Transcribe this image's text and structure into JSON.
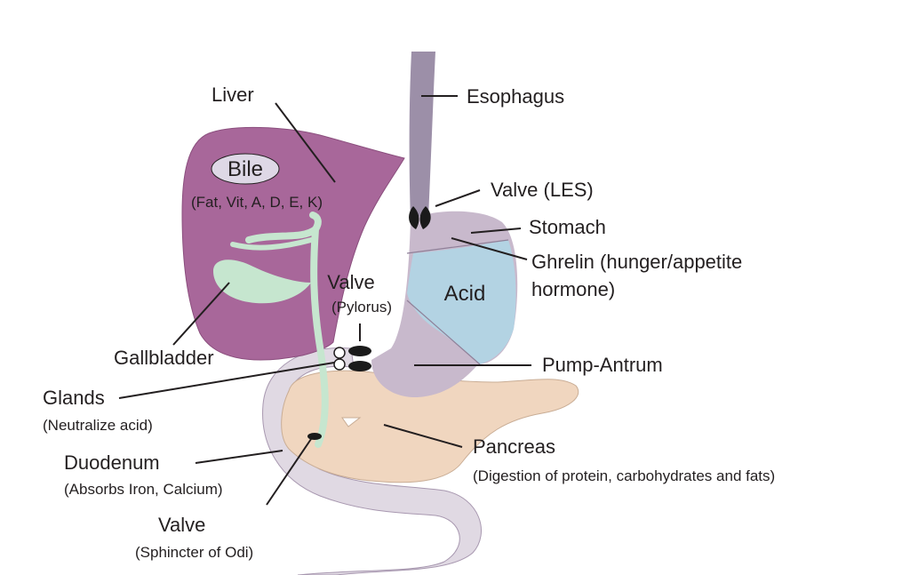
{
  "labels": {
    "liver": "Liver",
    "bile": "Bile",
    "bile_vitamins": "(Fat, Vit, A, D, E, K)",
    "esophagus": "Esophagus",
    "valve_les": "Valve (LES)",
    "stomach": "Stomach",
    "ghrelin_1": "Ghrelin (hunger/appetite",
    "ghrelin_2": "hormone)",
    "valve_pylorus_1": "Valve",
    "valve_pylorus_2": "(Pylorus)",
    "acid": "Acid",
    "gallbladder": "Gallbladder",
    "pump_antrum": "Pump-Antrum",
    "glands": "Glands",
    "glands_note": "(Neutralize acid)",
    "duodenum": "Duodenum",
    "duodenum_note": "(Absorbs Iron, Calcium)",
    "pancreas": "Pancreas",
    "pancreas_note": "(Digestion of protein, carbohydrates and fats)",
    "valve_odi_1": "Valve",
    "valve_odi_2": "(Sphincter of Odi)"
  },
  "colors": {
    "liver": "#a8679a",
    "gallbladder": "#c6e6cf",
    "esophagus": "#9c8fa8",
    "stomach": "#c8b9cc",
    "acid": "#b3d3e3",
    "duodenum": "#e0d9e3",
    "pancreas": "#f0d6bf",
    "bile_bubble": "#ded8e6",
    "valve": "#1a1a1a"
  }
}
